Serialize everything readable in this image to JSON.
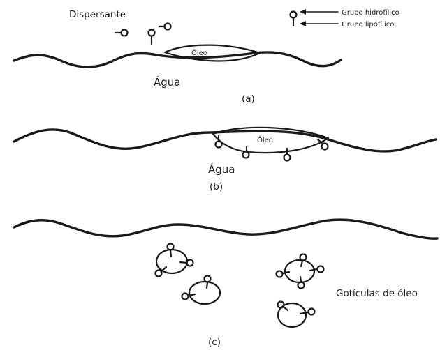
{
  "labels": {
    "dispersant": "Dispersante",
    "hydrophilic": "Grupo hidrofílico",
    "lipophilic": "Grupo lipofílico",
    "oil_a": "Óleo",
    "water_a": "Água",
    "panel_a": "(a)",
    "oil_b": "Óleo",
    "water_b": "Água",
    "panel_b": "(b)",
    "droplets": "Gotículas de óleo",
    "panel_c": "(c)"
  }
}
